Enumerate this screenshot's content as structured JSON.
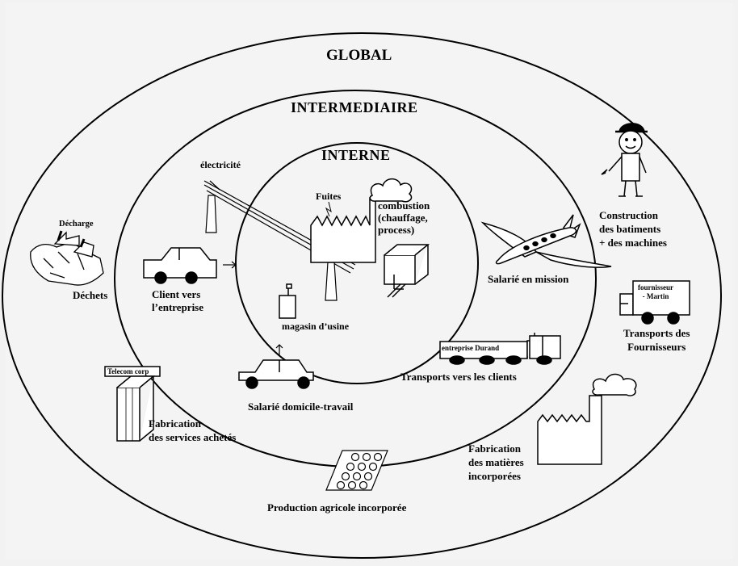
{
  "zones": {
    "global": "GLOBAL",
    "intermediaire": "INTERMEDIAIRE",
    "interne": "INTERNE"
  },
  "labels": {
    "electricite": "électricité",
    "fuites": "Fuites",
    "combustion": [
      "combustion",
      "(chauffage,",
      "process)"
    ],
    "decharge": "Décharge",
    "dechets": "Déchets",
    "client": [
      "Client vers",
      "l’entreprise"
    ],
    "magasin": "magasin d’usine",
    "salarie_mission": "Salarié en mission",
    "construction": [
      "Construction",
      "des batiments",
      "+ des machines"
    ],
    "truck_fournisseur": [
      "fournisseur",
      "- Martin"
    ],
    "transports_fournisseurs": [
      "Transports des",
      "Fournisseurs"
    ],
    "entreprise_durand": "entreprise Durand",
    "transports_clients": "Transports vers les clients",
    "salarie_domicile": "Salarié domicile-travail",
    "telecom": "Telecom corp",
    "fabrication_services": [
      "Fabrication",
      "des services achetés"
    ],
    "fabrication_matieres": [
      "Fabrication",
      "des matières",
      "incorporées"
    ],
    "production_agricole": "Production agricole incorporée"
  }
}
